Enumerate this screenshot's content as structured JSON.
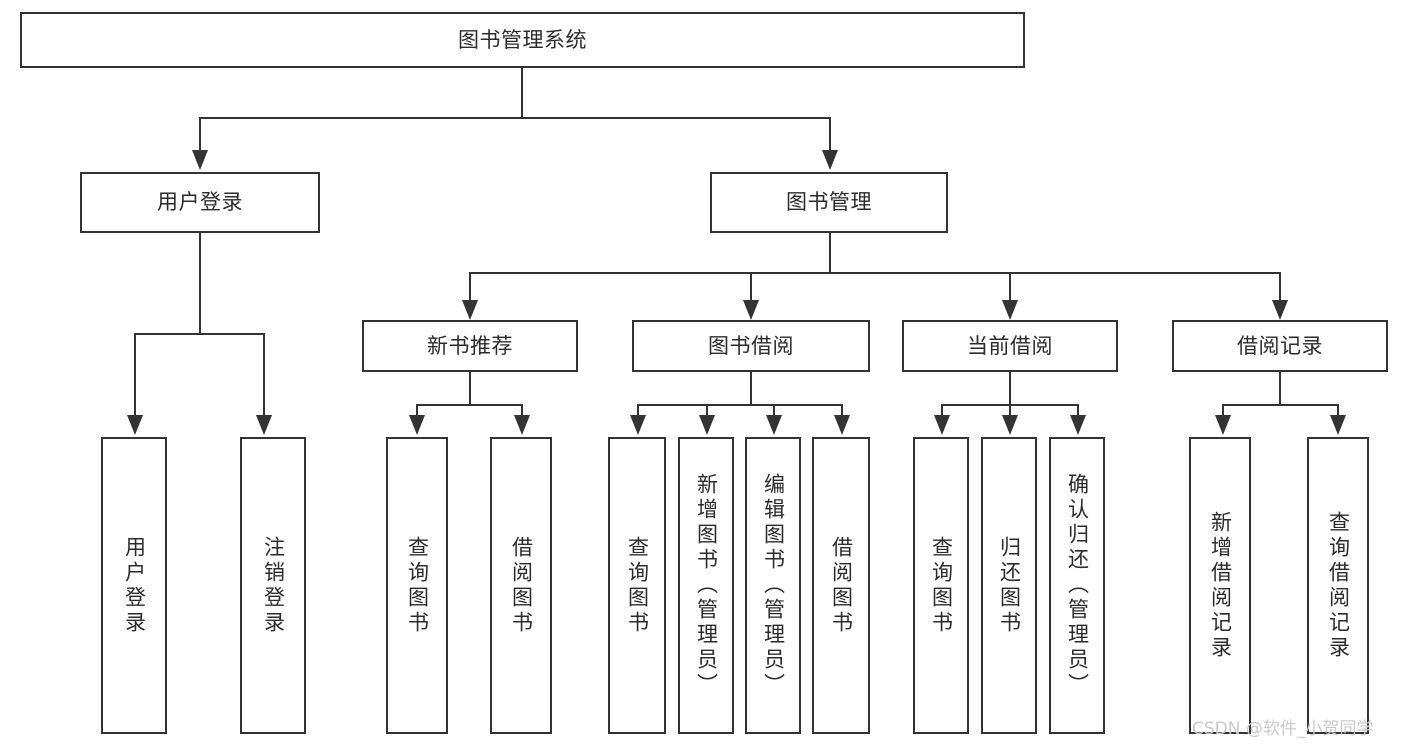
{
  "diagram": {
    "type": "tree",
    "title": "图书管理系统",
    "root": {
      "label": "图书管理系统",
      "orientation": "horizontal"
    },
    "level2": [
      {
        "label": "用户登录",
        "orientation": "horizontal"
      },
      {
        "label": "图书管理",
        "orientation": "horizontal"
      }
    ],
    "level3": [
      {
        "label": "新书推荐",
        "orientation": "horizontal"
      },
      {
        "label": "图书借阅",
        "orientation": "horizontal"
      },
      {
        "label": "当前借阅",
        "orientation": "horizontal"
      },
      {
        "label": "借阅记录",
        "orientation": "horizontal"
      }
    ],
    "leaves": {
      "user_login": [
        {
          "label": "用户登录",
          "orientation": "vertical"
        },
        {
          "label": "注销登录",
          "orientation": "vertical"
        }
      ],
      "new_book_recommend": [
        {
          "label": "查询图书",
          "orientation": "vertical"
        },
        {
          "label": "借阅图书",
          "orientation": "vertical"
        }
      ],
      "book_borrow": [
        {
          "label": "查询图书",
          "orientation": "vertical"
        },
        {
          "label": "新增图书（管理员）",
          "orientation": "vertical"
        },
        {
          "label": "编辑图书（管理员）",
          "orientation": "vertical"
        },
        {
          "label": "借阅图书",
          "orientation": "vertical"
        }
      ],
      "current_borrow": [
        {
          "label": "查询图书",
          "orientation": "vertical"
        },
        {
          "label": "归还图书",
          "orientation": "vertical"
        },
        {
          "label": "确认归还（管理员）",
          "orientation": "vertical"
        }
      ],
      "borrow_record": [
        {
          "label": "新增借阅记录",
          "orientation": "vertical"
        },
        {
          "label": "查询借阅记录",
          "orientation": "vertical"
        }
      ]
    }
  },
  "watermark": {
    "text": "CSDN @软件_小贺同学"
  },
  "colors": {
    "stroke": "#333333",
    "text": "#2b2b2b",
    "background": "#ffffff",
    "watermark": "#c9c9c9"
  }
}
